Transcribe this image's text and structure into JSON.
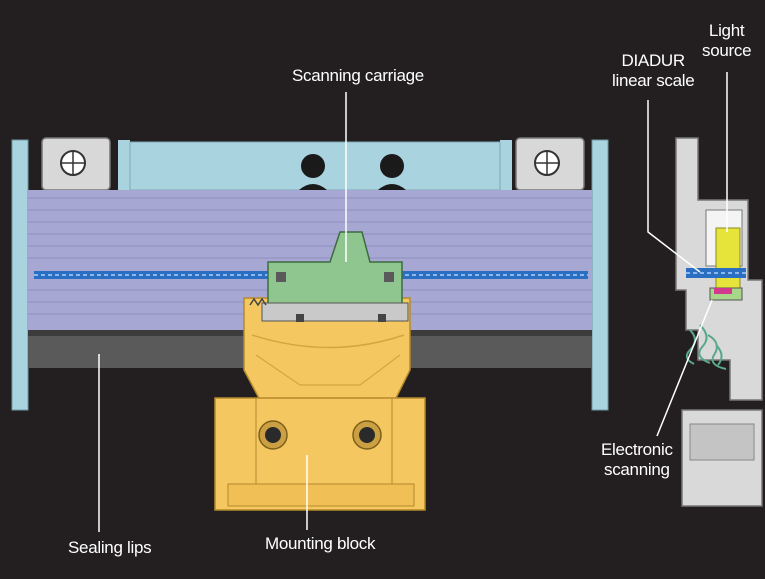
{
  "labels": {
    "scanning_carriage": "Scanning carriage",
    "light_source": [
      "Light",
      "source"
    ],
    "diadur_scale": [
      "DIADUR",
      "linear scale"
    ],
    "electronic_scanning": [
      "Electronic",
      "scanning"
    ],
    "sealing_lips": "Sealing lips",
    "mounting_block": "Mounting block"
  },
  "colors": {
    "background": "#231f20",
    "housing": "#a9d3de",
    "scale_body": "#a7a7d4",
    "glass_scale": "#2b6fc2",
    "carriage": "#8fc58e",
    "mounting_block": "#f4c761",
    "sealing_lip": "#5a5a5a",
    "profile_gray": "#d9d9d9",
    "sensor_yellow": "#e6e43a",
    "sensor_magenta": "#d13a8f",
    "wires": "#5aa88a"
  }
}
